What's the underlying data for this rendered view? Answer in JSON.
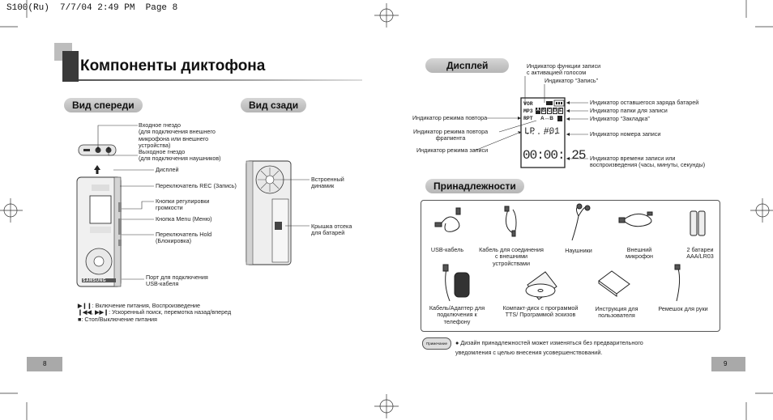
{
  "header": {
    "text": "S100(Ru)  7/7/04 2:49 PM  Page 8"
  },
  "left": {
    "title": "Компоненты диктофона",
    "tab_front": "Вид спереди",
    "tab_back": "Вид сзади",
    "front_labels": {
      "input_jack": [
        "Входное гнездо",
        "(для подключения внешнего",
        "микрофона или внешнего",
        "устройства)"
      ],
      "output_jack": [
        "Выходное гнездо",
        "(для подключения наушников)"
      ],
      "display": "Дисплей",
      "rec_switch": "Переключатель REC (Запись)",
      "volume": [
        "Кнопки регулировки",
        "громкости"
      ],
      "menu": "Кнопка Menu (Меню)",
      "hold": [
        "Переключатель Hold",
        "(Блокировка)"
      ],
      "usb_port": [
        "Порт для подключения",
        "USB-кабеля"
      ]
    },
    "back_labels": {
      "speaker": [
        "Встроенный",
        "динамик"
      ],
      "battery_cover": [
        "Крышка отсека",
        "для батарей"
      ]
    },
    "device_brand": "SAMSUNG",
    "legend": [
      {
        "icon": "play-pause",
        "text": ": Включение питания, Воспроизведение"
      },
      {
        "icon": "rewind-forward",
        "text": ": Ускоренный поиск, перемотка назад/вперед"
      },
      {
        "icon": "stop",
        "text": ": Стоп/Выключение питания"
      }
    ],
    "legend_separator": ",",
    "page_number": "8"
  },
  "right": {
    "tab_display": "Дисплей",
    "lcd": {
      "vor": "VOR",
      "mp3": "MP3",
      "rpt": "RPT",
      "ab": "A↔B",
      "lp": "LP",
      "track": "#01",
      "time": "00:00: 25",
      "folders": [
        "A",
        "B",
        "C",
        "D",
        "E"
      ]
    },
    "display_labels": {
      "vor_indicator": [
        "Индикатор функции записи",
        "с активацией голосом"
      ],
      "rec_indicator": "Индикатор “Запись”",
      "battery": "Индикатор оставшегося заряда батарей",
      "folder": "Индикатор папки для записи",
      "bookmark": "Индикатор “Закладка”",
      "track_number": "Индикатор номера записи",
      "time": [
        "Индикатор времени записи или",
        "воспроизведения (часы, минуты, секунды)"
      ],
      "repeat_mode": "Индикатор режима повтора",
      "repeat_fragment": [
        "Индикатор режима повтора",
        "фрагмента"
      ],
      "record_mode": "Индикатор режима записи"
    },
    "tab_accessories": "Принадлежности",
    "accessories_row1": [
      {
        "icon": "usb-cable",
        "label": [
          "USB-кабель"
        ]
      },
      {
        "icon": "connection-cable",
        "label": [
          "Кабель для соединения",
          "с внешними",
          "устройствами"
        ]
      },
      {
        "icon": "earphones",
        "label": [
          "Наушники"
        ]
      },
      {
        "icon": "external-microphone",
        "label": [
          "Внешний",
          "микрофон"
        ]
      },
      {
        "icon": "batteries",
        "label": [
          "2 батареи",
          "AAA/LR03"
        ]
      }
    ],
    "accessories_row2": [
      {
        "icon": "phone-adapter",
        "label": [
          "Кабель/Адаптер для",
          "подключения к",
          "телефону"
        ]
      },
      {
        "icon": "cd",
        "label": [
          "Компакт-диск с программой",
          "TTS/ Программой эскизов"
        ]
      },
      {
        "icon": "manual",
        "label": [
          "Инструкция для",
          "пользователя"
        ]
      },
      {
        "icon": "strap",
        "label": [
          "Ремешок для руки"
        ]
      }
    ],
    "note_badge": "Примечание",
    "note": [
      "● Дизайн принадлежностей может изменяться без предварительного",
      "уведомления с целью внесения усовершенствований."
    ],
    "page_number": "9"
  },
  "colors": {
    "tab_gray": "#c4c4c4",
    "page_bar": "#a9a9a9",
    "title_square_dark": "#3a3a3a",
    "title_square_light": "#bdbdbd"
  }
}
